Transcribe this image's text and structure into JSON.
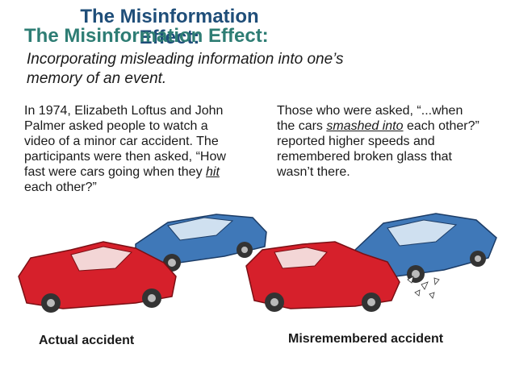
{
  "title": {
    "back": "The Misinformation Effect:",
    "front": "The Misinformation Effect:"
  },
  "subtitle": "Incorporating misleading information into one’s memory of an event.",
  "left_paragraph": {
    "part1": "In 1974, Elizabeth Loftus and John Palmer asked people to watch a video of a minor car accident. The participants were then asked, “How fast were cars going when they ",
    "emphasis": "hit",
    "part2": " each other?”"
  },
  "right_paragraph": {
    "part1": "Those who were asked, “...when the cars ",
    "emphasis": "smashed into",
    "part2": " each other?” reported higher speeds and remembered broken glass that wasn’t there."
  },
  "captions": {
    "actual": "Actual accident",
    "misremembered": "Misremembered accident"
  },
  "colors": {
    "title_back": "#1f4e79",
    "title_front": "#2e7d74",
    "red_car": "#d6202b",
    "blue_car": "#3f78b8"
  },
  "icons": [
    "red-car-icon",
    "blue-car-icon",
    "broken-glass-icon"
  ]
}
